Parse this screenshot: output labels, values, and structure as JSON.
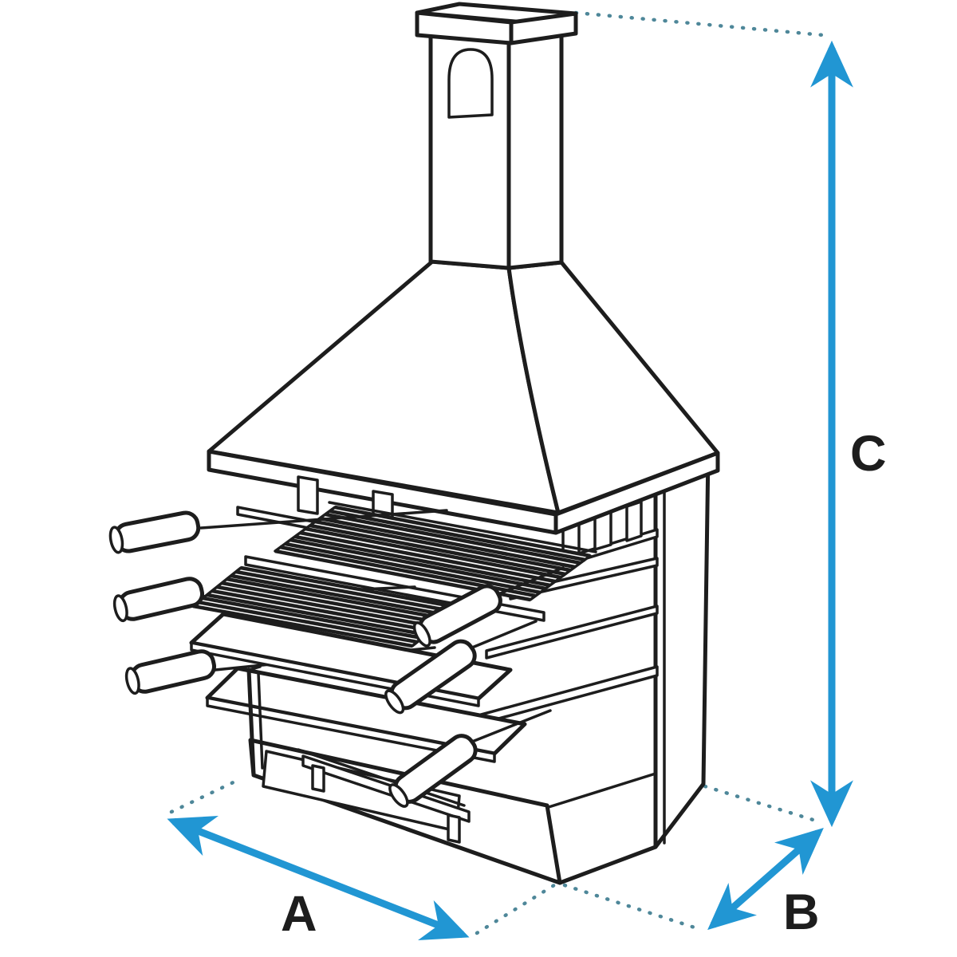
{
  "diagram": {
    "title": "barbecue-with-chimney-dimension-diagram",
    "labels": {
      "a": "A",
      "b": "B",
      "c": "C"
    },
    "colors": {
      "arrow": "#2196d3",
      "dots": "#4e8799",
      "line": "#1d1d1d",
      "bg": "#ffffff"
    }
  }
}
